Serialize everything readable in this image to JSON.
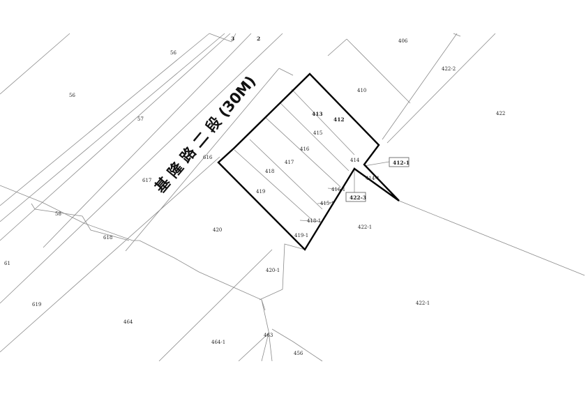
{
  "road_name": "基 隆 路 二 段 (30M)",
  "lots": {
    "l_3": "3",
    "l_2": "2",
    "l_56a": "56",
    "l_56b": "56",
    "l_57": "57",
    "l_406": "406",
    "l_410": "410",
    "l_422_2": "422-2",
    "l_422a": "422",
    "l_413": "413",
    "l_412": "412",
    "l_415": "415",
    "l_416": "416",
    "l_417": "417",
    "l_418": "418",
    "l_419": "419",
    "l_414": "414",
    "l_412_1": "412-1",
    "l_414_1": "414-1",
    "l_416_1": "416-1",
    "l_422_3": "422-3",
    "l_415_1": "415-1",
    "l_418_1": "418-1",
    "l_419_1": "419-1",
    "l_422_1a": "422-1",
    "l_422_1b": "422-1",
    "l_616": "616",
    "l_617": "617",
    "l_58": "58",
    "l_618": "618",
    "l_420": "420",
    "l_61": "61",
    "l_420_1": "420-1",
    "l_619": "619",
    "l_464": "464",
    "l_464_1": "464-1",
    "l_463": "463",
    "l_456": "456"
  }
}
